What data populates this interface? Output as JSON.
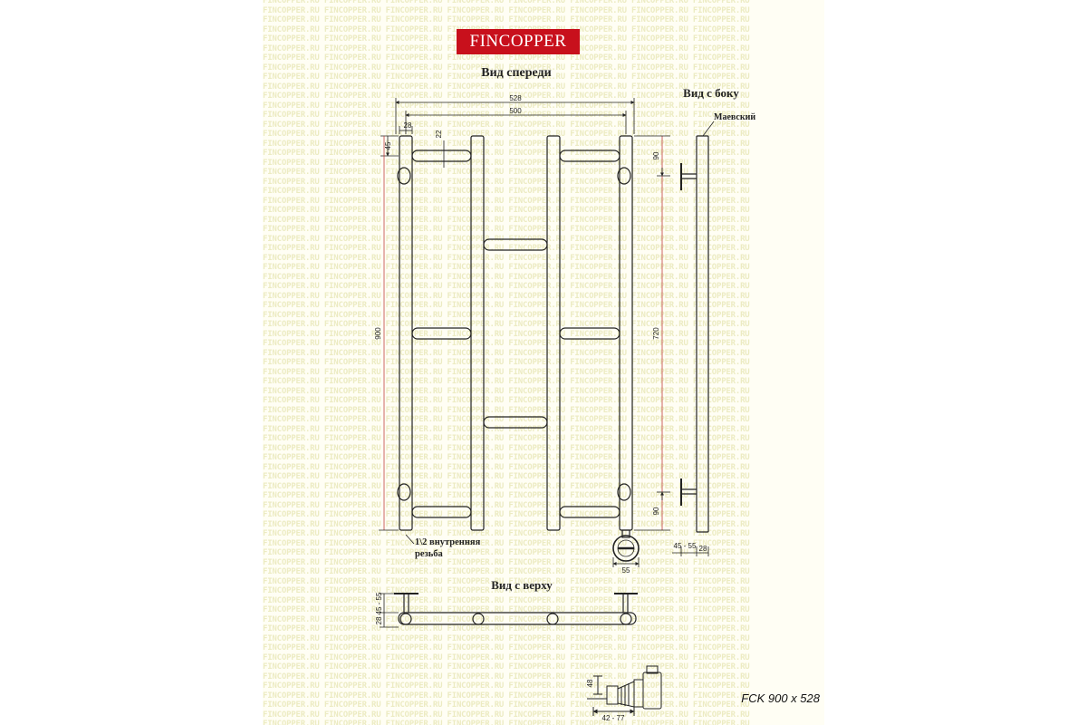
{
  "brand": {
    "logo_text": "FINCOPPER",
    "logo_color": "#c8101c",
    "watermark_text": "FINCOPPER.RU"
  },
  "views": {
    "front": "Вид спереди",
    "side": "Вид с боку",
    "top": "Вид с верху"
  },
  "labels": {
    "valve": "Маевский",
    "thread_line1": "1\\2 внутренняя",
    "thread_line2": "резьба"
  },
  "dimensions": {
    "overall_width": "528",
    "axis_width": "500",
    "top_offset": "28",
    "bar_gap": "22",
    "top_margin": "45",
    "overall_height": "900",
    "mount_top": "90",
    "mount_span": "720",
    "mount_bottom": "90",
    "wall_gap": "45 - 55",
    "depth": "28",
    "heater_width": "55",
    "top_view_gap": "45 - 55",
    "top_view_depth": "28",
    "heater_height": "48",
    "heater_length": "42 - 77"
  },
  "model": "FCK 900 x 528",
  "colors": {
    "line": "#222222",
    "dimension": "#c04040",
    "background": "#fffef4",
    "watermark": "#ecebc2"
  }
}
